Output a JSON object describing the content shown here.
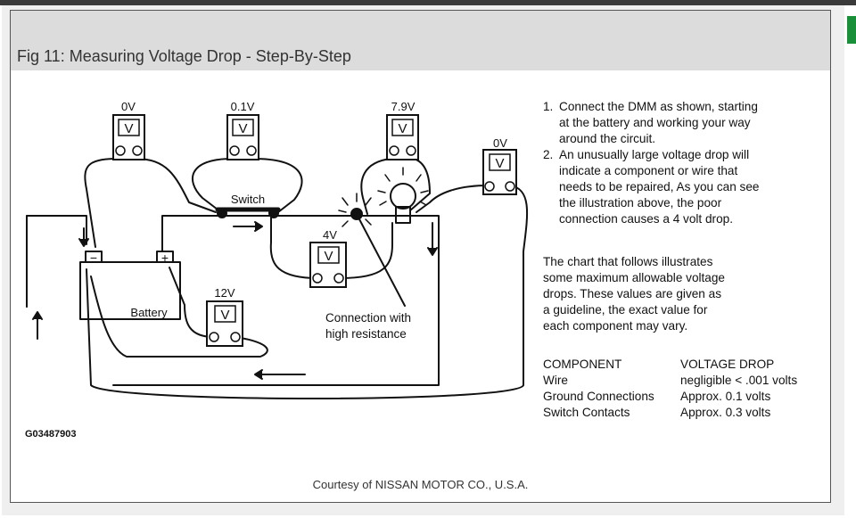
{
  "figure": {
    "title": "Fig 11: Measuring Voltage Drop - Step-By-Step",
    "caption": "Courtesy of NISSAN MOTOR CO., U.S.A.",
    "code": "G03487903"
  },
  "diagram": {
    "meters": [
      {
        "reading": "0V",
        "glyph": "V"
      },
      {
        "reading": "0.1V",
        "glyph": "V"
      },
      {
        "reading": "7.9V",
        "glyph": "V"
      },
      {
        "reading": "0V",
        "glyph": "V"
      },
      {
        "reading": "4V",
        "glyph": "V"
      },
      {
        "reading": "12V",
        "glyph": "V"
      }
    ],
    "switch_label": "Switch",
    "battery_label": "Battery",
    "connection_label_line1": "Connection with",
    "connection_label_line2": "high resistance",
    "plus": "+",
    "minus": "−"
  },
  "instructions": {
    "step1": {
      "num": "1.",
      "lines": [
        "Connect the DMM as shown, starting",
        "at the battery and working your way",
        "around the circuit."
      ]
    },
    "step2": {
      "num": "2.",
      "lines": [
        "An unusually large voltage drop will",
        "indicate a component or wire that",
        "needs to be repaired, As you can see",
        "the illustration above, the poor",
        "connection causes a 4 volt drop."
      ]
    },
    "chart_intro": [
      "The chart that follows illustrates",
      "some maximum allowable voltage",
      "drops. These values are given as",
      "a guideline, the exact value for",
      "each component may vary."
    ]
  },
  "table": {
    "headers": [
      "COMPONENT",
      "VOLTAGE DROP"
    ],
    "rows": [
      [
        "Wire",
        "negligible < .001 volts"
      ],
      [
        "Ground Connections",
        "Approx. 0.1 volts"
      ],
      [
        "Switch Contacts",
        "Approx. 0.3 volts"
      ]
    ]
  }
}
